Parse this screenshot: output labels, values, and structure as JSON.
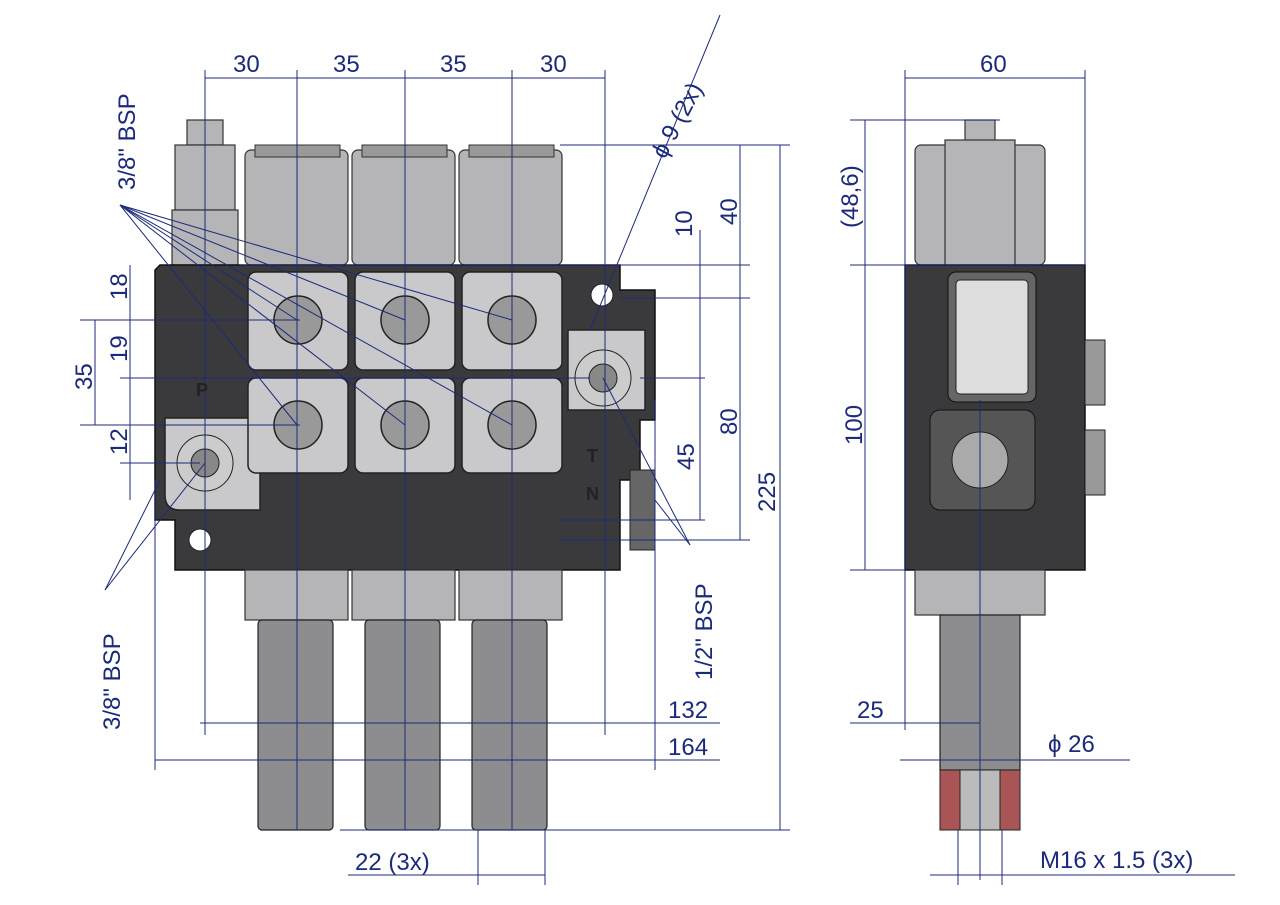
{
  "front_view": {
    "port_markings": {
      "p": "P",
      "t": "T",
      "n": "N"
    },
    "dimensions": {
      "spacing_1": "30",
      "spacing_2": "35",
      "spacing_3": "35",
      "spacing_4": "30",
      "mount_hole": "ϕ 9  (2x)",
      "top_height": "40",
      "top_offset": "10",
      "port_18": "18",
      "port_19": "19",
      "port_35": "35",
      "port_12": "12",
      "height_80": "80",
      "height_45": "45",
      "overall_height": "225",
      "width_132": "132",
      "width_164": "164",
      "spool_spacing": "22  (3x)"
    },
    "callouts": {
      "top_ports": "3/8\" BSP",
      "bottom_ports": "3/8\" BSP",
      "tank_port": "1/2\" BSP"
    }
  },
  "side_view": {
    "dimensions": {
      "width_60": "60",
      "relief_height": "(48,6)",
      "height_100": "100",
      "spool_offset": "25",
      "spool_diameter": "ϕ  26",
      "thread": "M16 x 1.5  (3x)"
    }
  },
  "colors": {
    "dimension": "#1c2a7a",
    "body": "#3a3a3c",
    "plate": "#c9c9cb"
  }
}
